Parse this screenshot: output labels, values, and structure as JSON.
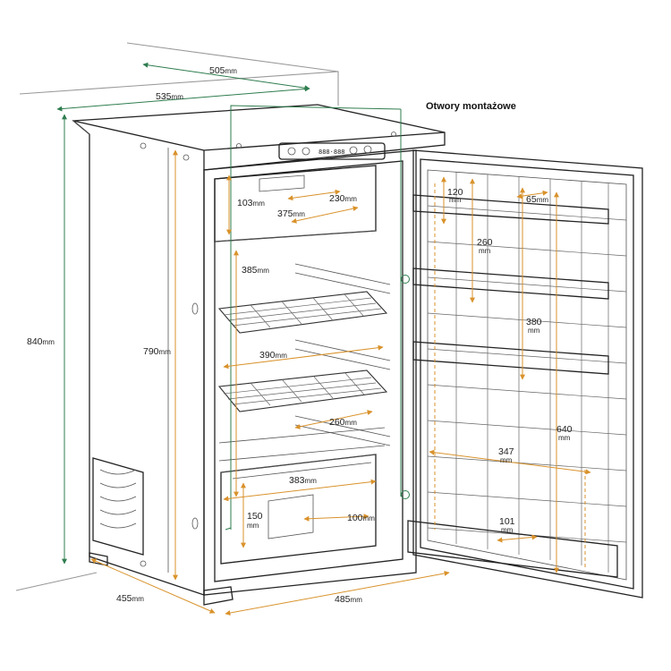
{
  "callout": {
    "mounting_holes": "Otwory montażowe"
  },
  "units": {
    "mm": "mm"
  },
  "dimensions": {
    "top_depth_505": "505",
    "top_width_535": "535",
    "total_height_840": "840",
    "inner_height_790": "790",
    "base_depth_455": "455",
    "base_width_485": "485",
    "freezer_height_103": "103",
    "freezer_depth_230": "230",
    "freezer_width_375": "375",
    "interior_height_385": "385",
    "shelf_width_390": "390",
    "shelf_depth_260": "260",
    "drawer_width_383": "383",
    "drawer_height_150": "150",
    "drawer_depth_100": "100",
    "door_bin_120": "120",
    "door_bin_65": "65",
    "door_gap_260": "260",
    "door_gap_380": "380",
    "door_height_640": "640",
    "door_width_347": "347",
    "door_bottom_101": "101"
  },
  "display": {
    "readout": "888·888"
  },
  "colors": {
    "dimension_lines": "#d9922b",
    "mounting_hole_lines": "#2f7d4f",
    "outline": "#222222",
    "room_lines": "#999999"
  }
}
